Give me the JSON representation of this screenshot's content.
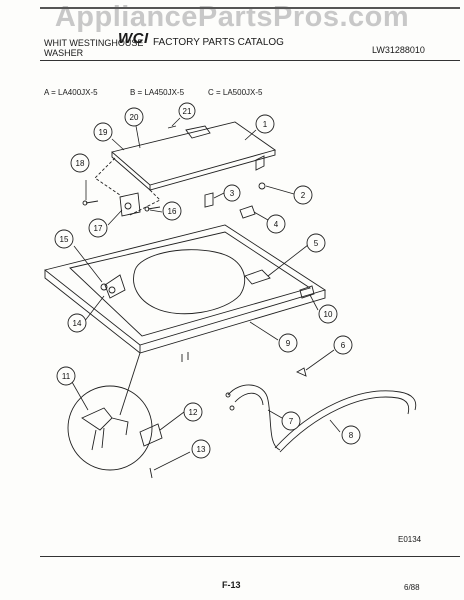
{
  "watermark": "AppliancePartsPros.com",
  "header": {
    "brand_line1": "WHIT   WESTINGHOUSE",
    "brand_line2": "WASHER",
    "logo": "WCI",
    "title": "FACTORY PARTS CATALOG",
    "catalog_number": "LW31288010"
  },
  "models": {
    "a": "A = LA400JX-5",
    "b": "B = LA450JX-5",
    "c": "C = LA500JX-5"
  },
  "callouts": [
    "1",
    "2",
    "3",
    "4",
    "5",
    "6",
    "7",
    "8",
    "9",
    "10",
    "11",
    "12",
    "13",
    "14",
    "15",
    "16",
    "17",
    "18",
    "19",
    "20",
    "21"
  ],
  "diagram_code": "E0134",
  "footer": {
    "page": "F-13",
    "date": "6/88"
  }
}
